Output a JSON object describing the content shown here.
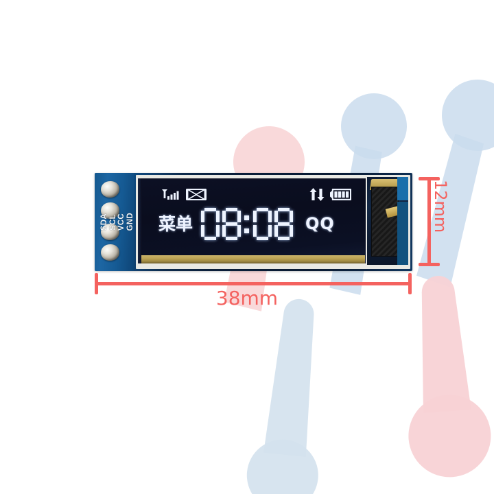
{
  "scene": {
    "title": "OLED display module product photo with dimension callouts",
    "background_color": "#ffffff"
  },
  "decorations": {
    "pin_shapes": [
      {
        "name": "pin-shape-pink-upper-left",
        "color": "#f7cfd1",
        "opacity": 0.78
      },
      {
        "name": "pin-shape-blue-upper-mid",
        "color": "#cadced",
        "opacity": 0.85
      },
      {
        "name": "pin-shape-blue-upper-right",
        "color": "#cadced",
        "opacity": 0.85
      },
      {
        "name": "pin-shape-blue-lower-mid",
        "color": "#d4e2ee",
        "opacity": 0.9
      },
      {
        "name": "pin-shape-pink-lower-right",
        "color": "#f8d2d5",
        "opacity": 0.9
      }
    ]
  },
  "product": {
    "name": "0.91 inch OLED display module",
    "pcb_color": "#12558c",
    "header": {
      "pin_labels": [
        "GND",
        "VCC",
        "SCL",
        "SDA"
      ],
      "pin_count": 4
    },
    "screen": {
      "background_color": "#0b0f20",
      "glow_color": "#eef4ff",
      "status_bar": {
        "left_icons": [
          "signal-bars-icon",
          "envelope-icon"
        ],
        "right_icons": [
          "data-transfer-arrows-icon",
          "battery-icon"
        ],
        "battery_bars": 4,
        "signal_bars": 4
      },
      "menu_label": "菜单",
      "time": {
        "hours": "08",
        "minutes": "08",
        "separator": ":"
      },
      "app_label": "QQ"
    }
  },
  "dimensions": {
    "width_label": "38mm",
    "height_label": "12mm",
    "line_color": "#f4625f"
  }
}
